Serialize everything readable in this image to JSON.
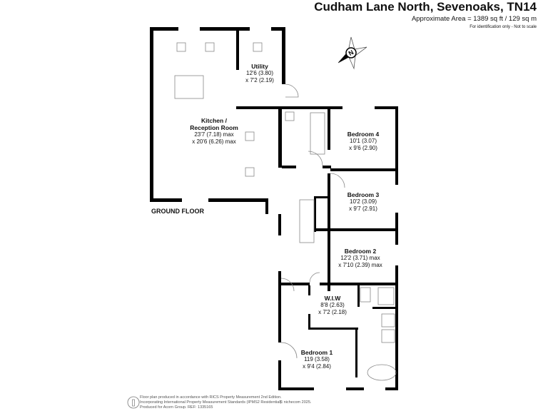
{
  "header": {
    "title": "Cudham Lane North, Sevenoaks, TN14",
    "area": "Approximate Area = 1389 sq ft / 129 sq m",
    "note": "For identification only - Not to scale"
  },
  "floor_label": "GROUND FLOOR",
  "compass": {
    "icon": "north-compass-icon",
    "label": "N"
  },
  "rooms": [
    {
      "name": "Utility",
      "dim1": "12'6 (3.80)",
      "dim2": "x 7'2 (2.19)"
    },
    {
      "name": "Kitchen / Reception Room",
      "dim1": "23'7 (7.18) max",
      "dim2": "x 20'6 (6.26) max"
    },
    {
      "name": "Bedroom 4",
      "dim1": "10'1 (3.07)",
      "dim2": "x 9'6 (2.90)"
    },
    {
      "name": "Bedroom 3",
      "dim1": "10'2 (3.09)",
      "dim2": "x 9'7 (2.91)"
    },
    {
      "name": "Bedroom 2",
      "dim1": "12'2 (3.71) max",
      "dim2": "x 7'10 (2.39) max"
    },
    {
      "name": "W.I.W",
      "dim1": "8'8 (2.63)",
      "dim2": "x 7'2 (2.18)"
    },
    {
      "name": "Bedroom 1",
      "dim1": "119 (3.58)",
      "dim2": "x 9'4 (2.84)"
    }
  ],
  "footer": {
    "line1": "Floor plan produced in accordance with RICS Property Measurement 2nd Edition.",
    "line2": "Incorporating International Property Measurement Standards (IPMS2 Residential).",
    "line3": "Produced for Acorn Group.   REF:   1335165",
    "copyright": "© nichecom 2025."
  }
}
